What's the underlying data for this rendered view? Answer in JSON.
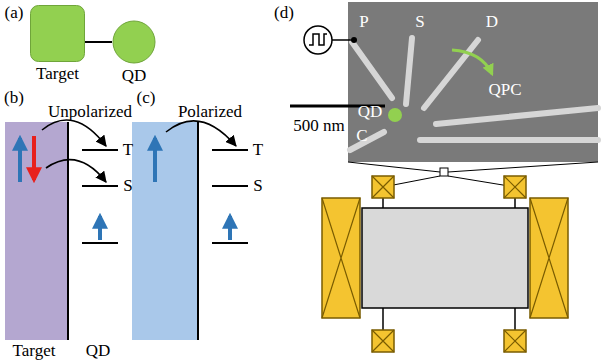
{
  "diagram": {
    "nodes": [
      {
        "text": [
          "Target"
        ]
      },
      {
        "text": [
          "QD"
        ]
      }
    ],
    "edges": [
      {
        "from": 0,
        "to": 1,
        "arrow": "none"
      }
    ],
    "labels": [
      "(a)",
      "(d)",
      "P",
      "S",
      "D",
      "QPC",
      "QD",
      "C",
      "500 nm",
      "(b)",
      "(c)",
      "Unpolarized",
      "Polarized",
      "T",
      "S",
      "T",
      "S",
      "Target",
      "QD"
    ]
  }
}
